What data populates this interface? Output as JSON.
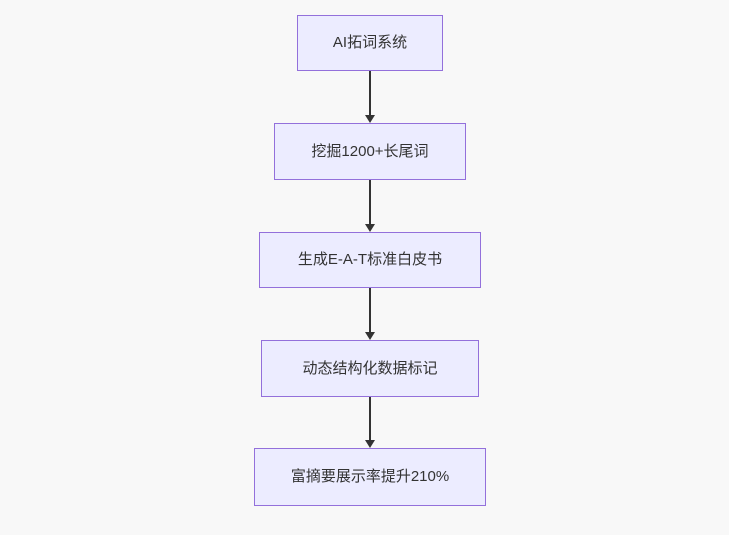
{
  "diagram": {
    "type": "flowchart-top-down",
    "nodes": [
      {
        "label": "AI拓词系统"
      },
      {
        "label": "挖掘1200+长尾词"
      },
      {
        "label": "生成E-A-T标准白皮书"
      },
      {
        "label": "动态结构化数据标记"
      },
      {
        "label": "富摘要展示率提升210%"
      }
    ],
    "edges": [
      {
        "from": 0,
        "to": 1
      },
      {
        "from": 1,
        "to": 2
      },
      {
        "from": 2,
        "to": 3
      },
      {
        "from": 3,
        "to": 4
      }
    ],
    "colors": {
      "node_fill": "#ECECFF",
      "node_border": "#9370DB",
      "node_text": "#333333",
      "arrow": "#333333",
      "background": "#f8f8f8"
    }
  }
}
